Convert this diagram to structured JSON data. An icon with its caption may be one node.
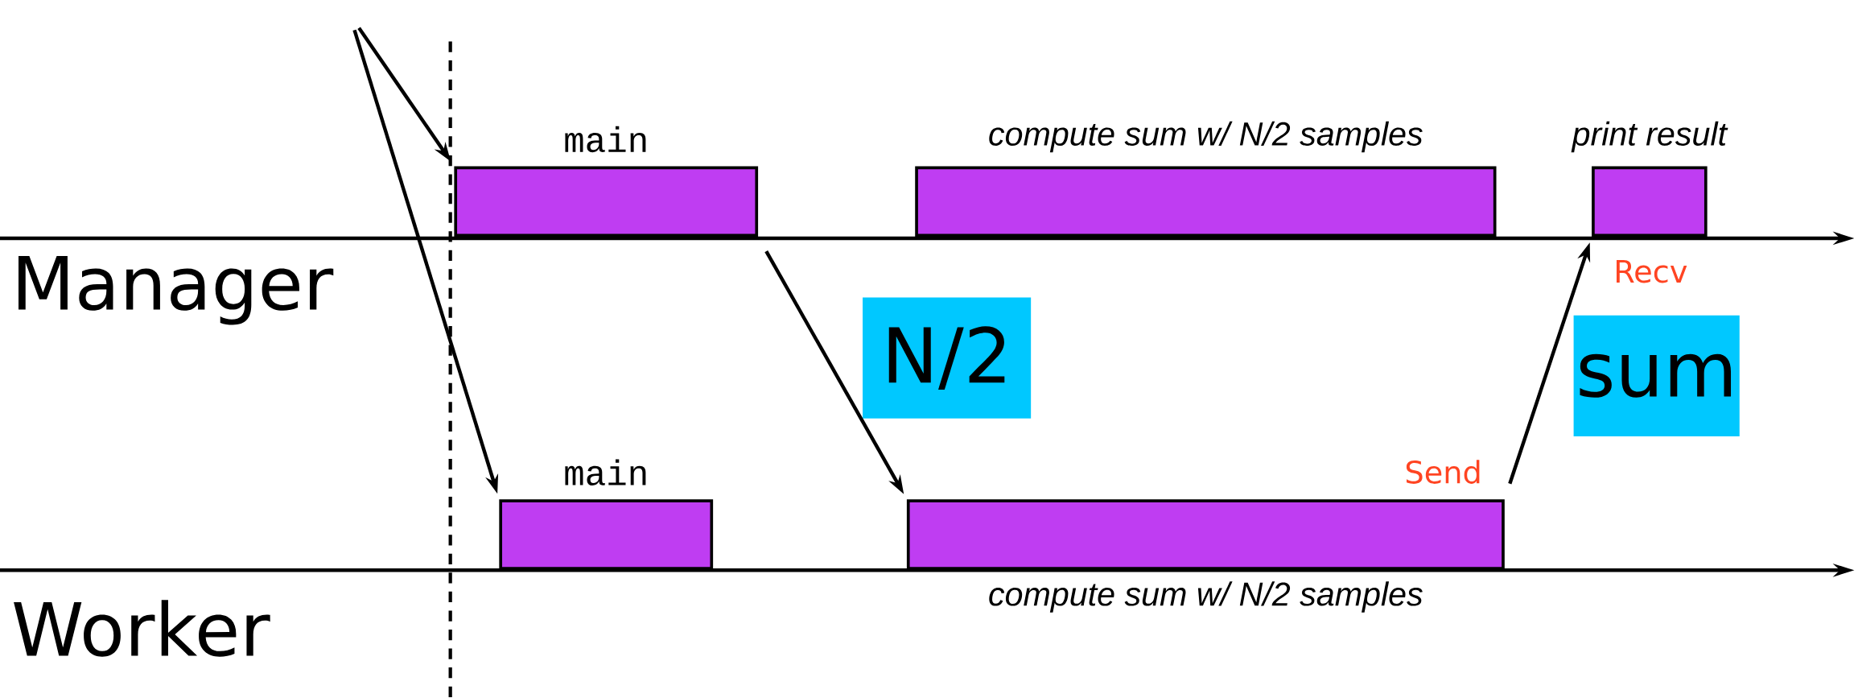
{
  "diagram": {
    "nodes": [
      {
        "text": [
          "main"
        ]
      },
      {
        "text": [
          "compute sum w/ N/2 samples"
        ]
      },
      {
        "text": [
          "print result"
        ],
        "beside": [
          "Recv"
        ]
      },
      {
        "text": [
          "main"
        ]
      },
      {
        "text": [
          "compute sum w/ N/2 samples"
        ],
        "beside": [
          "Send"
        ]
      },
      {
        "text": [
          "N/2"
        ]
      },
      {
        "text": [
          "sum"
        ]
      }
    ],
    "edges": [
      {
        "from": null,
        "to": 0,
        "arrow": "to"
      },
      {
        "from": null,
        "to": 3,
        "arrow": "to"
      },
      {
        "from": 0,
        "to": 4,
        "arrow": "to"
      },
      {
        "from": 4,
        "to": 2,
        "arrow": "to"
      }
    ],
    "labels": [
      "Manager",
      "Worker"
    ]
  }
}
